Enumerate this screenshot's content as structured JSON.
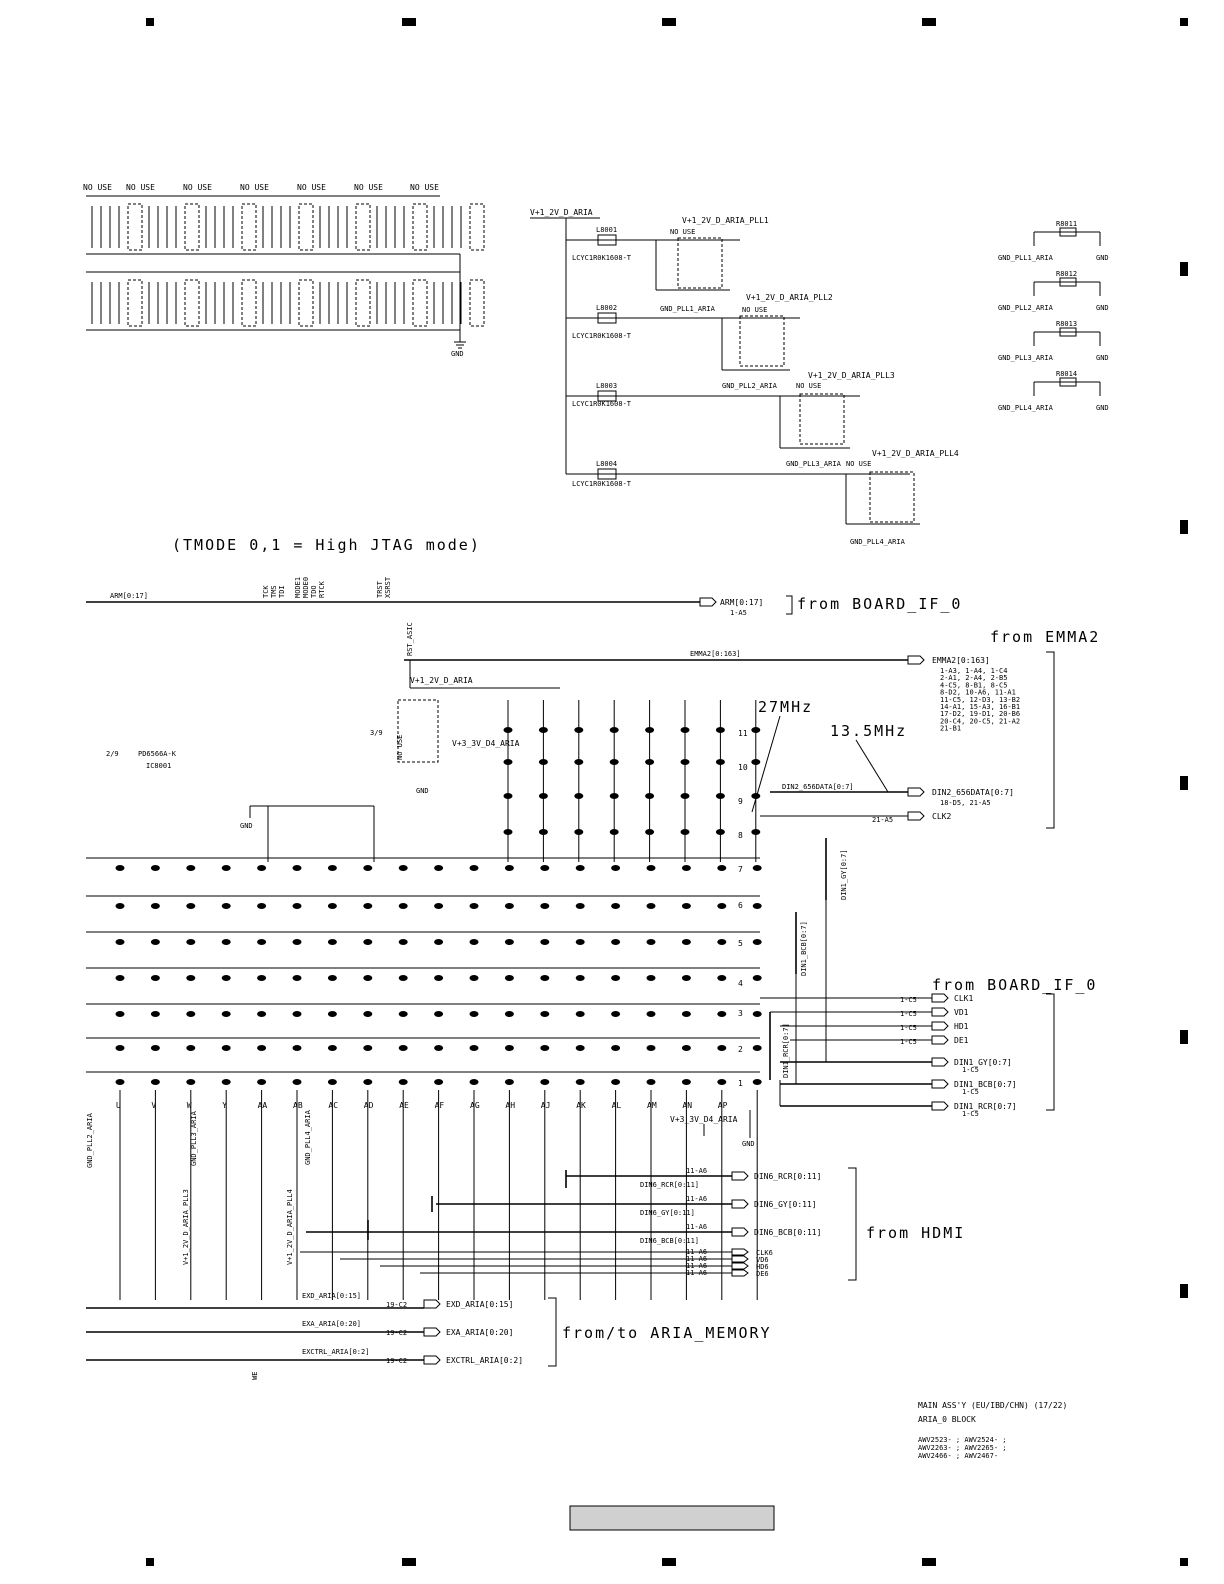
{
  "header": {
    "tmode_note": "(TMODE 0,1 = High JTAG mode)"
  },
  "left_bank": {
    "no_use": [
      "NO USE",
      "NO USE",
      "NO USE",
      "NO USE",
      "NO USE",
      "NO USE",
      "NO USE"
    ],
    "gnd": "GND"
  },
  "pll_section": {
    "rail_main": "V+1_2V_D_ARIA",
    "rails": [
      "V+1_2V_D_ARIA_PLL1",
      "V+1_2V_D_ARIA_PLL2",
      "V+1_2V_D_ARIA_PLL3",
      "V+1_2V_D_ARIA_PLL4"
    ],
    "inductors": [
      "L8001",
      "L8002",
      "L8003",
      "L8004"
    ],
    "inductor_part": [
      "LCYC1R0K1608-T",
      "LCYC1R0K1608-T",
      "LCYC1R0K1608-T",
      "LCYC1R0K1608-T"
    ],
    "no_use": "NO USE",
    "gnds": [
      "GND_PLL1_ARIA",
      "GND_PLL2_ARIA",
      "GND_PLL3_ARIA",
      "GND_PLL4_ARIA"
    ]
  },
  "right_resistors": {
    "refs": [
      "R8011",
      "R8012",
      "R8013",
      "R8014"
    ],
    "gnds": [
      "GND_PLL1_ARIA",
      "GND_PLL2_ARIA",
      "GND_PLL3_ARIA",
      "GND_PLL4_ARIA"
    ],
    "gnd": "GND"
  },
  "ic": {
    "sheet_no": "2/9",
    "part": "PD6566A-K",
    "ref": "IC8001",
    "sub_sheet": "3/9",
    "jtag_pins": [
      "TCK",
      "TMS",
      "TDI",
      "MODE1",
      "MODE0",
      "TDO",
      "RTCK",
      "TRST",
      "XSRST"
    ],
    "rst_label": "RST_ASIC",
    "rail": "V+1_2V_D_ARIA",
    "rail_33": "V+3_3V_D4_ARIA",
    "rail_33_bottom": "V+3_3V_D4_ARIA",
    "gnd": "GND",
    "no_use": "NO USE",
    "columns": [
      "U",
      "V",
      "W",
      "Y",
      "AA",
      "AB",
      "AC",
      "AD",
      "AE",
      "AF",
      "AG",
      "AH",
      "AJ",
      "AK",
      "AL",
      "AM",
      "AN",
      "AP"
    ],
    "rows": [
      "11",
      "10",
      "9",
      "8",
      "7",
      "6",
      "5",
      "4",
      "3",
      "2",
      "1"
    ],
    "vert_nets": [
      "GND_PLL2_ARIA",
      "V+1_2V_D_ARIA_PLL3",
      "GND_PLL3_ARIA",
      "V+1_2V_D_ARIA_PLL4",
      "GND_PLL4_ARIA"
    ],
    "bus_we": "WE"
  },
  "ports": {
    "arm": {
      "wire": "ARM[0:17]",
      "name": "ARM[0:17]",
      "ref": "1-A5"
    },
    "emma": {
      "wire": "EMMA2[0:163]",
      "name": "EMMA2[0:163]",
      "refs": [
        "1-A3, 1-A4, 1-C4",
        "2-A1, 2-A4, 2-B5",
        "4-C5, 8-B1, 8-C5",
        "8-D2, 10-A6, 11-A1",
        "11-C5, 12-D3, 13-B2",
        "14-A1, 15-A3, 16-B1",
        "17-D2, 19-D1, 20-B6",
        "20-C4, 20-C5, 21-A2",
        "21-B1"
      ]
    },
    "din2": {
      "wire": "DIN2_656DATA[0:7]",
      "name": "DIN2_656DATA[0:7]",
      "ref": "18-D5, 21-A5"
    },
    "clk2": {
      "name": "CLK2",
      "ref": "21-A5"
    },
    "board_if": [
      {
        "name": "CLK1",
        "ref": "1-C5"
      },
      {
        "name": "VD1",
        "ref": "1-C5"
      },
      {
        "name": "HD1",
        "ref": "1-C5"
      },
      {
        "name": "DE1",
        "ref": "1-C5"
      }
    ],
    "din1": [
      {
        "name": "DIN1_GY[0:7]",
        "ref": "1-C5"
      },
      {
        "name": "DIN1_BCB[0:7]",
        "ref": "1-C5"
      },
      {
        "name": "DIN1_RCR[0:7]",
        "ref": "1-C5"
      }
    ],
    "din1_bus": [
      "DIN1_GY[0:7]",
      "DIN1_BCB[0:7]",
      "DIN1_RCR[0:7]"
    ],
    "hdmi": [
      {
        "wire": "DIN6_RCR[0:11]",
        "name": "DIN6_RCR[0:11]",
        "ref": "11-A6"
      },
      {
        "wire": "DIN6_GY[0:11]",
        "name": "DIN6_GY[0:11]",
        "ref": "11-A6"
      },
      {
        "wire": "DIN6_BCB[0:11]",
        "name": "DIN6_BCB[0:11]",
        "ref": "11-A6"
      }
    ],
    "hdmi_sync": [
      {
        "name": "CLK6",
        "ref": "11-A6"
      },
      {
        "name": "VD6",
        "ref": "11-A6"
      },
      {
        "name": "HD6",
        "ref": "11-A6"
      },
      {
        "name": "DE6",
        "ref": "11-A6"
      }
    ],
    "mem": [
      {
        "wire": "EXD_ARIA[0:15]",
        "name": "EXD_ARIA[0:15]",
        "ref": "19-C2"
      },
      {
        "wire": "EXA_ARIA[0:20]",
        "name": "EXA_ARIA[0:20]",
        "ref": "19-C2"
      },
      {
        "wire": "EXCTRL_ARIA[0:2]",
        "name": "EXCTRL_ARIA[0:2]",
        "ref": "19-C2"
      }
    ]
  },
  "group_labels": {
    "from_board_if_top": "from BOARD_IF_0",
    "from_emma2": "from EMMA2",
    "freq_27": "27MHz",
    "freq_13": "13.5MHz",
    "from_board_if_mid": "from BOARD_IF_0",
    "from_hdmi": "from HDMI",
    "from_to_mem": "from/to ARIA_MEMORY"
  },
  "footer": {
    "line1": "MAIN ASS'Y (EU/IBD/CHN) (17/22)",
    "line2": "ARIA_0 BLOCK",
    "models": [
      "AWV2523- ; AWV2524- ;",
      "AWV2263- ; AWV2265- ;",
      "AWV2466- ; AWV2467-"
    ]
  }
}
